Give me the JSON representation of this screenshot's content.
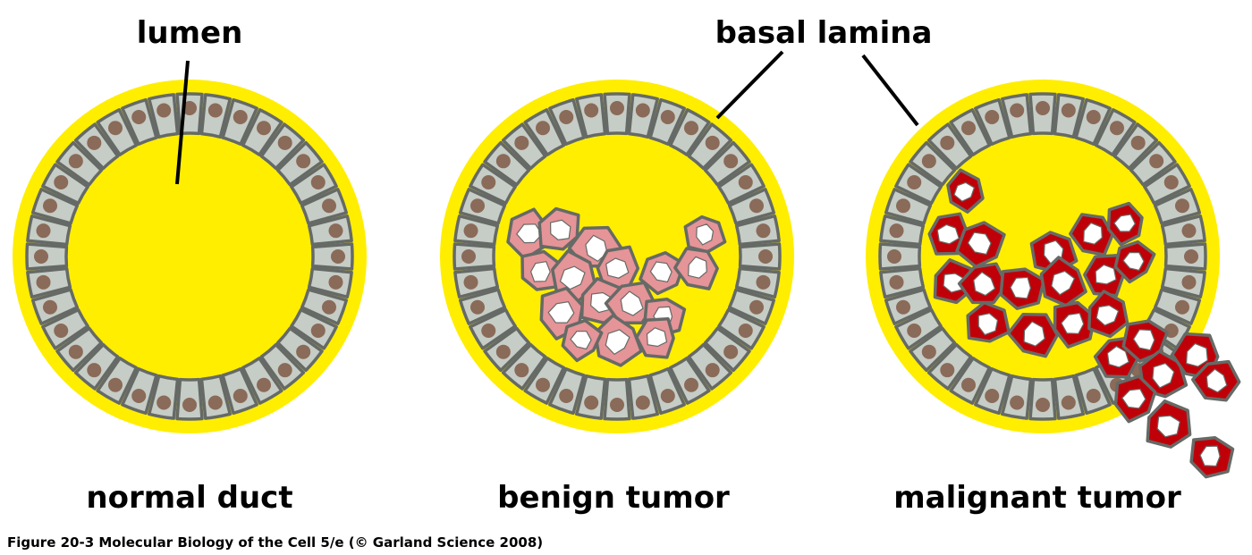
{
  "labels": {
    "lumen": "lumen",
    "basal_lamina": "basal lamina"
  },
  "panels": [
    {
      "caption": "normal duct"
    },
    {
      "caption": "benign tumor"
    },
    {
      "caption": "malignant tumor"
    }
  ],
  "figure_caption": "Figure 20-3  Molecular Biology of the Cell 5/e (© Garland Science 2008)",
  "colors": {
    "basal_lamina": "#ffee00",
    "epithelial_cell": "#c6ccc6",
    "cell_outline": "#666a66",
    "nucleus": "#8a6a58",
    "benign_cell": "#e59498",
    "malignant_cell": "#c00008",
    "cell_interior": "#ffffff"
  }
}
